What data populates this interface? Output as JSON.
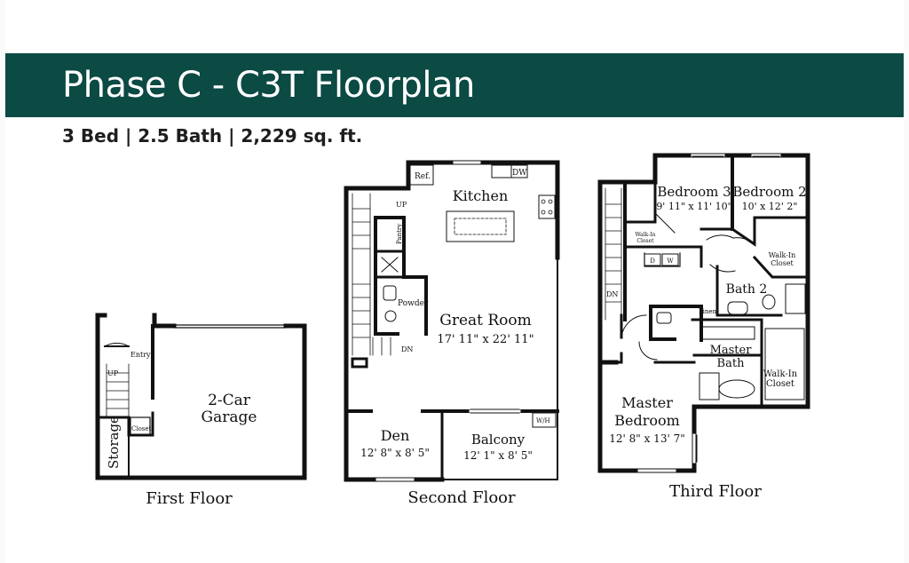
{
  "header": {
    "title": "Phase C - C3T Floorplan",
    "subtitle": "3 Bed  |  2.5 Bath  |  2,229 sq. ft."
  },
  "colors": {
    "banner": "#0c4a44",
    "wall": "#111111",
    "text": "#111111"
  },
  "floors": {
    "first": {
      "caption": "First Floor",
      "rooms": {
        "entry": "Entry",
        "up": "UP",
        "closet": "Closet",
        "storage": "Storage",
        "garage_line1": "2-Car",
        "garage_line2": "Garage"
      }
    },
    "second": {
      "caption": "Second Floor",
      "rooms": {
        "ref": "Ref.",
        "dw": "DW",
        "kitchen": "Kitchen",
        "up": "UP",
        "pantry": "Pantry",
        "powder": "Powder",
        "dn": "DN",
        "great_room": "Great Room",
        "great_room_dims": "17' 11\" x 22' 11\"",
        "den": "Den",
        "den_dims": "12' 8\" x 8' 5\"",
        "balcony": "Balcony",
        "balcony_dims": "12' 1\" x 8' 5\"",
        "wh": "W/H"
      }
    },
    "third": {
      "caption": "Third Floor",
      "rooms": {
        "bedroom3": "Bedroom 3",
        "bedroom3_dims": "9' 11\" x 11' 10\"",
        "bedroom2": "Bedroom 2",
        "bedroom2_dims": "10' x 12' 2\"",
        "walkin_small_1": "Walk-In",
        "walkin_small_2": "Closet",
        "walkin_b2_1": "Walk-In",
        "walkin_b2_2": "Closet",
        "d": "D",
        "w": "W",
        "dn": "DN",
        "bath2": "Bath 2",
        "linen": "Linen",
        "master_bath_1": "Master",
        "master_bath_2": "Bath",
        "walkin_master_1": "Walk-In",
        "walkin_master_2": "Closet",
        "master_bed_1": "Master",
        "master_bed_2": "Bedroom",
        "master_bed_dims": "12' 8\" x 13' 7\""
      }
    }
  }
}
